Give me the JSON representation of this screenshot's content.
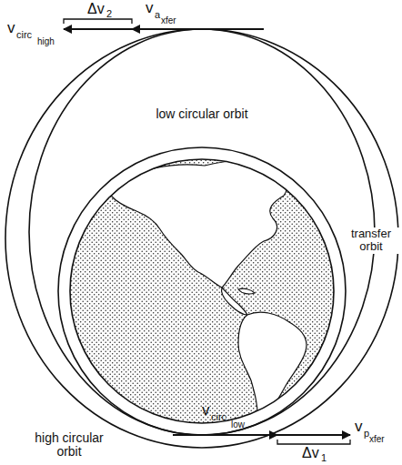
{
  "diagram": {
    "labels": [
      "Δv",
      "2",
      "v",
      "a",
      "xfer",
      "v",
      "circ",
      "high",
      "low circular orbit",
      "transfer orbit",
      "v",
      "p",
      "xfer",
      "v",
      "circ",
      "low",
      "Δv",
      "1",
      "high circular orbit"
    ]
  }
}
